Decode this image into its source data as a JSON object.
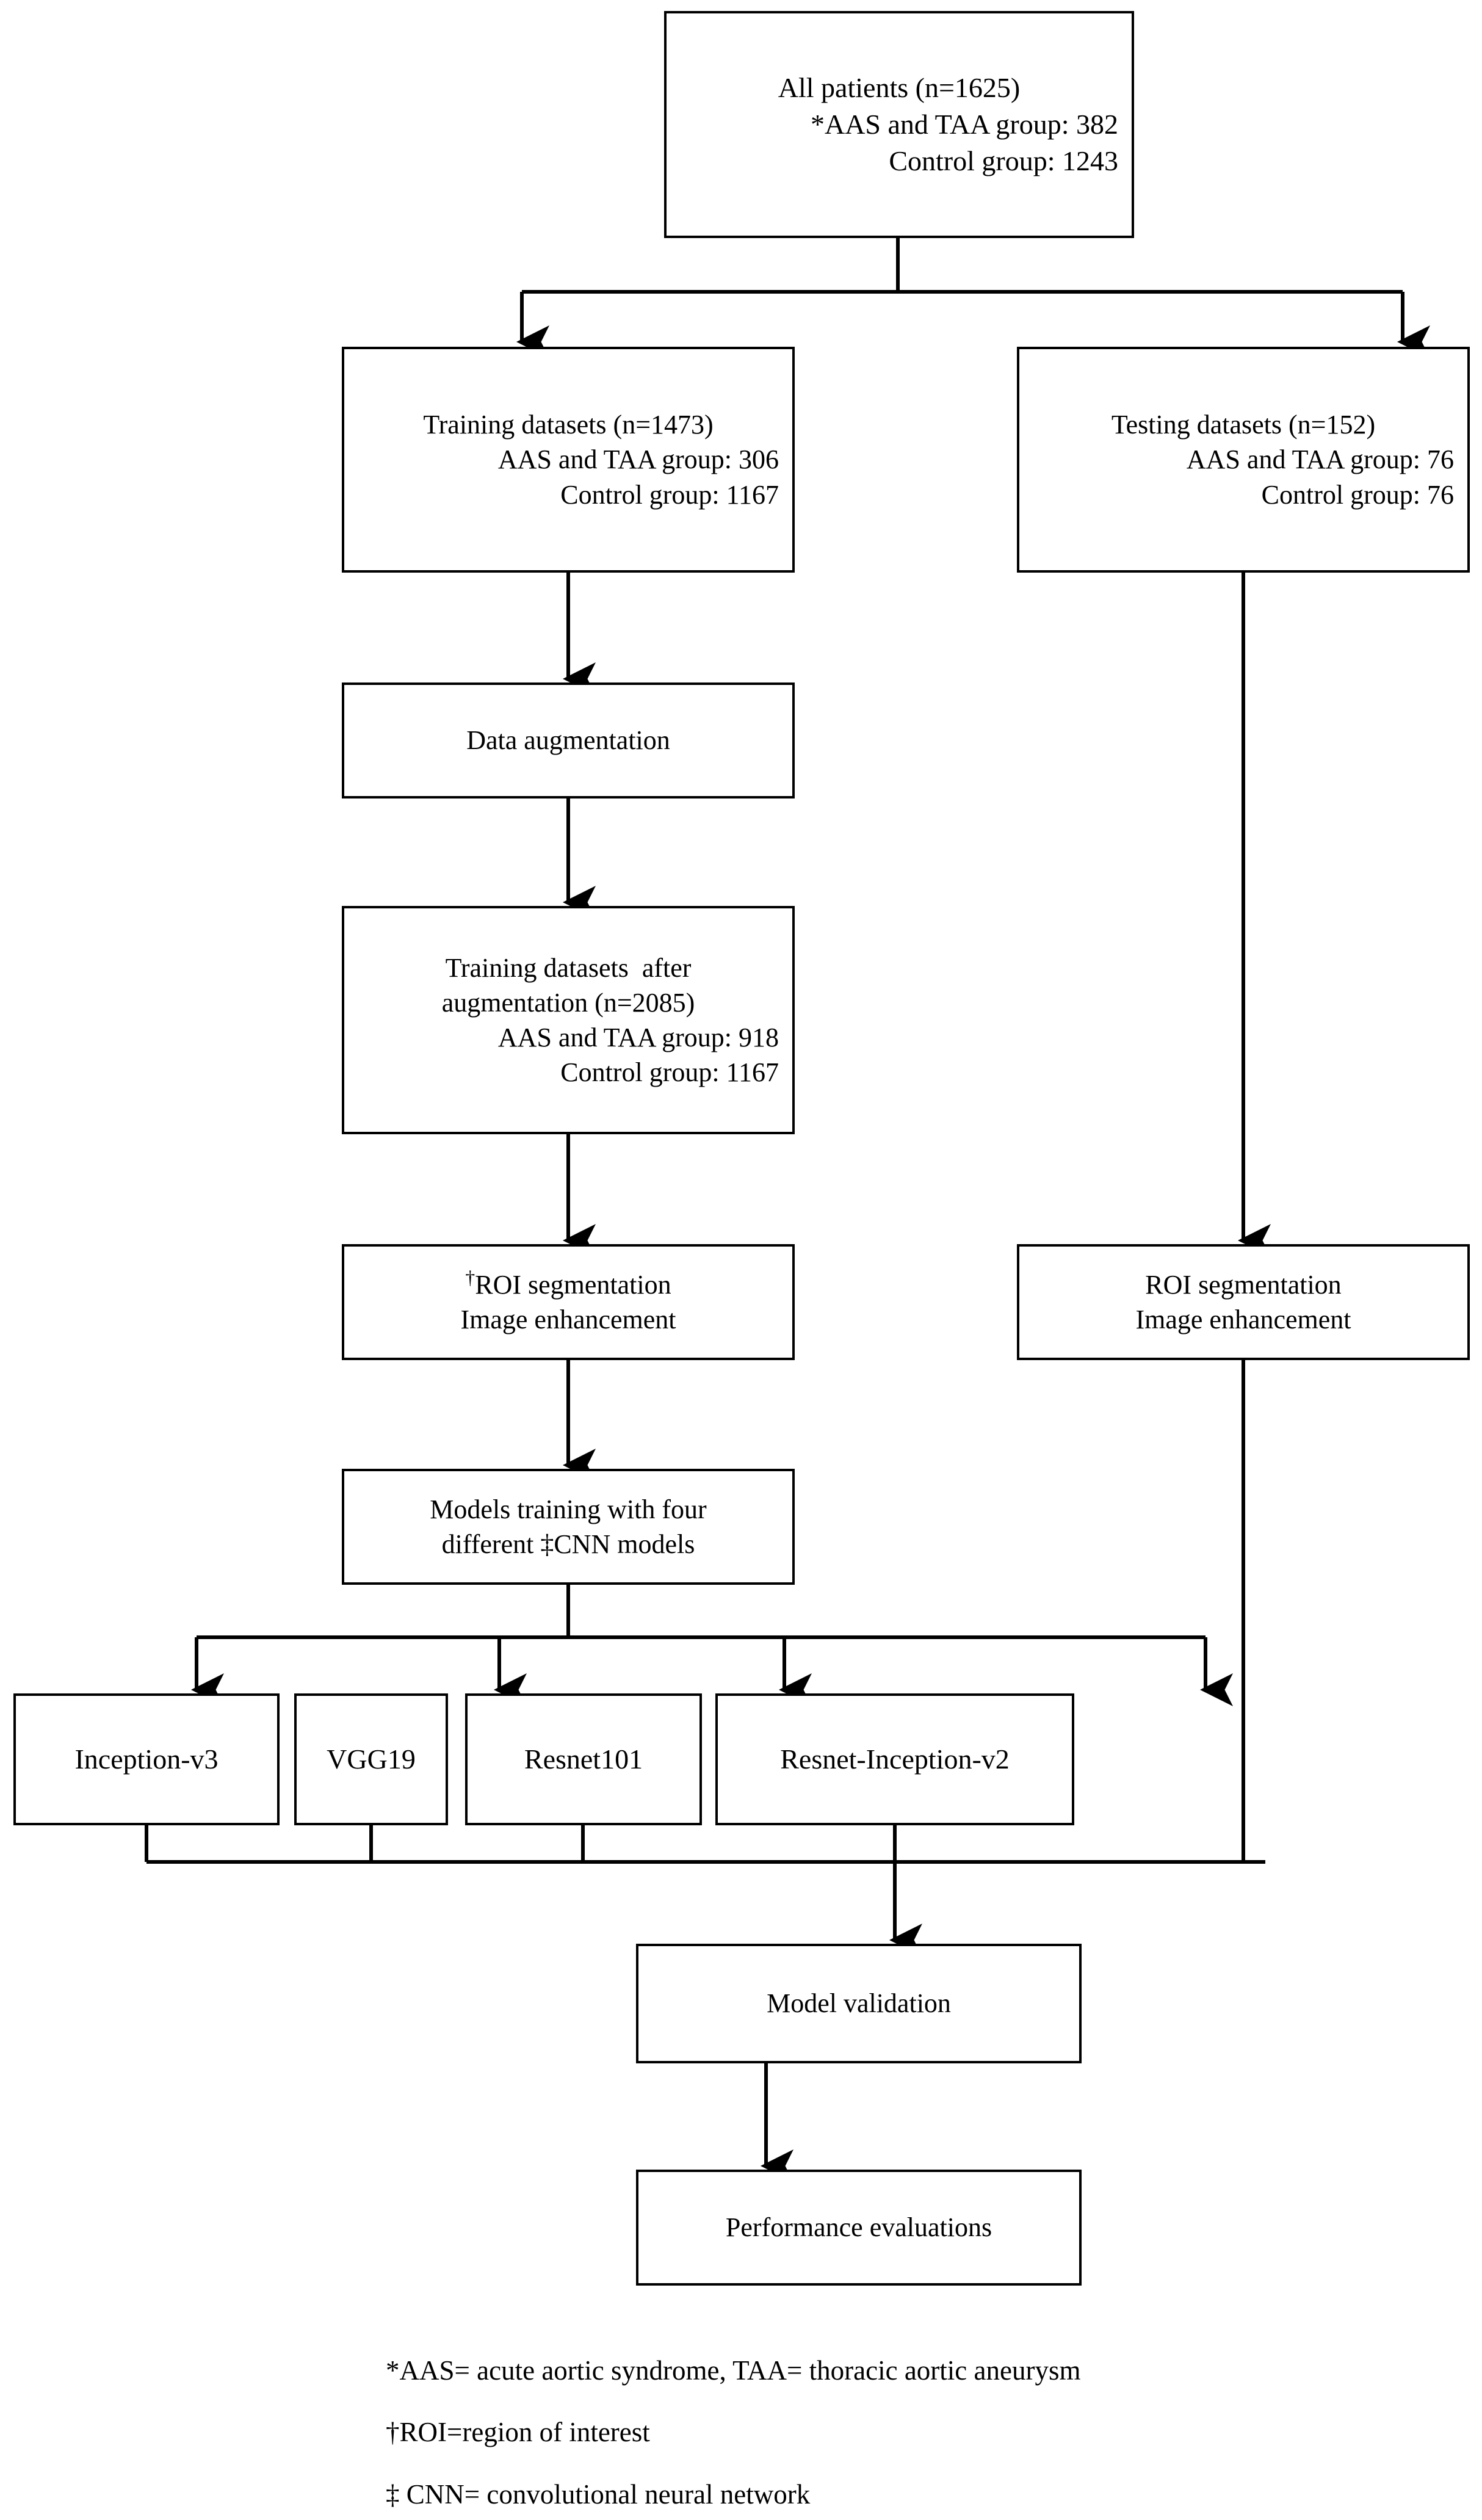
{
  "figure": {
    "type": "flowchart",
    "title": "Study workflow for deep learning model development",
    "line_color": "#000000",
    "background_color": "#ffffff"
  },
  "nodes": {
    "all_patients": {
      "label": "All patients cohort",
      "lines": [
        "All patients (n=1625)",
        "*AAS and TAA group: 382",
        "Control group: 1243"
      ]
    },
    "training_datasets": {
      "label": "Training datasets",
      "lines": [
        "Training datasets (n=1473)",
        "AAS and TAA group: 306",
        "Control group: 1167"
      ]
    },
    "testing_datasets": {
      "label": "Testing datasets",
      "lines": [
        "Testing datasets (n=152)",
        "AAS and TAA group: 76",
        "Control group: 76"
      ]
    },
    "data_augmentation": {
      "label": "Data augmentation",
      "lines": [
        "Data augmentation"
      ]
    },
    "training_after_augmentation": {
      "label": "Training datasets after augmentation",
      "lines": [
        "Training datasets  after",
        "augmentation (n=2085)",
        "AAS and TAA group: 918",
        "Control group: 1167"
      ]
    },
    "roi_left": {
      "label": "ROI segmentation and image enhancement (training)",
      "marker": "†",
      "lines": [
        "ROI segmentation",
        "Image enhancement"
      ]
    },
    "roi_right": {
      "label": "ROI segmentation and image enhancement (testing)",
      "marker": "",
      "lines": [
        "ROI segmentation",
        "Image enhancement"
      ]
    },
    "models_training": {
      "label": "Models training with four different CNN models",
      "marker": "‡",
      "lines": [
        "Models training with four",
        "different ‡CNN models"
      ]
    },
    "model_validation": {
      "label": "Model validation",
      "lines": [
        "Model validation"
      ]
    },
    "performance_evaluations": {
      "label": "Performance evaluations",
      "lines": [
        "Performance evaluations"
      ]
    }
  },
  "models": [
    {
      "name": "Inception-v3"
    },
    {
      "name": "VGG19"
    },
    {
      "name": "Resnet101"
    },
    {
      "name": "Resnet-Inception-v2"
    }
  ],
  "footnotes": [
    "*AAS= acute aortic syndrome, TAA= thoracic aortic aneurysm",
    "†ROI=region of interest",
    "‡ CNN= convolutional neural network"
  ]
}
